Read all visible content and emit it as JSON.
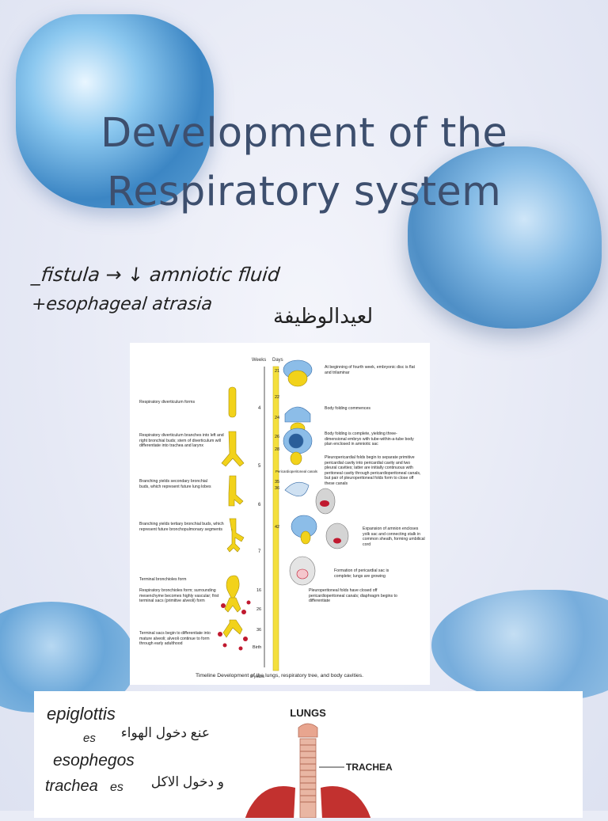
{
  "slide": {
    "title_line1": "Development of the",
    "title_line2": "Respiratory system"
  },
  "handwriting": {
    "line1": "_fistula → ↓ amniotic fluid",
    "line2": "+esophageal atrasia",
    "line3": "لعيدالوظيفة"
  },
  "timeline": {
    "header_weeks": "Weeks",
    "header_days": "Days",
    "days": [
      "21",
      "22",
      "24",
      "26",
      "28",
      "35",
      "36",
      "42",
      "16",
      "26",
      "36",
      "Birth",
      "8 years"
    ],
    "weeks": [
      "4",
      "5",
      "6",
      "7"
    ],
    "left_labels": [
      "Respiratory diverticulum forms",
      "Respiratory diverticulum branches into left and right bronchial buds; stem of diverticulum will differentiate into trachea and larynx",
      "Branching yields secondary bronchial buds, which represent future lung lobes",
      "Branching yields tertiary bronchial buds, which represent future bronchopulmonary segments",
      "Terminal bronchioles form",
      "Respiratory bronchioles form; surrounding mesenchyme becomes highly vascular; first terminal sacs (primitive alveoli) form",
      "Terminal sacs begin to differentiate into mature alveoli; alveoli continue to form through early adulthood"
    ],
    "right_labels": [
      "At beginning of fourth week, embryonic disc is flat and trilaminar",
      "Body folding commences",
      "Body folding is complete, yielding three-dimensional embryo with tube-within-a-tube body plan enclosed in amniotic sac",
      "Pleuropericardial folds begin to separate primitive pericardial cavity into pericardial cavity and two pleural cavities; latter are initially continuous with peritoneal cavity through pericardioperitoneal canals, but pair of pleuroperitoneal folds form to close off these canals",
      "Expansion of amnion encloses yolk sac and connecting stalk in common sheath, forming umbilical cord",
      "Formation of pericardial sac is complete; lungs are growing",
      "Pleuroperitoneal folds have closed off pericardioperitoneal canals; diaphragm begins to differentiate"
    ],
    "canal_label": "Pericardioperitoneal canals",
    "caption": "Timeline Development of the lungs, respiratory tree, and body cavities."
  },
  "lungs_panel": {
    "handwriting": [
      "epiglottis",
      "عنع دخول الهواء",
      "es",
      "esophegos",
      "و دخول الاكل",
      "trachea",
      "es"
    ],
    "title": "LUNGS",
    "trachea_label": "TRACHEA"
  },
  "colors": {
    "title": "#3d4f6e",
    "bar_yellow": "#f4df3c",
    "tissue_yellow": "#f2d21a",
    "amnion_blue": "#8cbde8"
  }
}
